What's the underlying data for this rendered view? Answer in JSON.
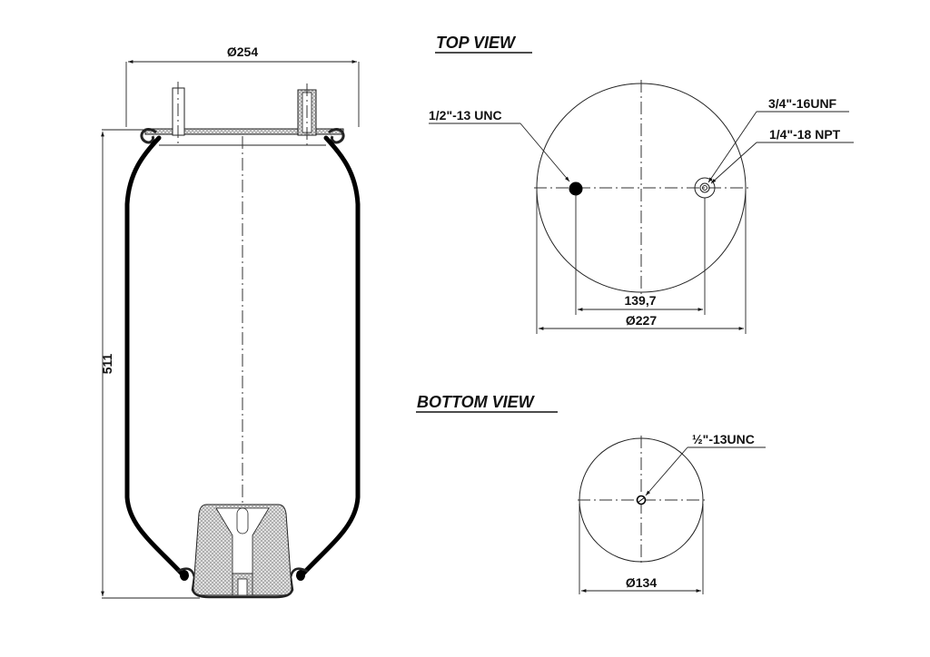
{
  "drawing": {
    "side_view": {
      "width_dimension": "Ø254",
      "height_dimension": "511"
    },
    "top_view": {
      "title": "TOP VIEW",
      "diameter_dimension": "Ø227",
      "hole_spacing_dimension": "139,7",
      "callouts": [
        {
          "label": "1/2\"-13 UNC"
        },
        {
          "label": "3/4\"-16UNF"
        },
        {
          "label": "1/4\"-18 NPT"
        }
      ]
    },
    "bottom_view": {
      "title": "BOTTOM VIEW",
      "diameter_dimension": "Ø134",
      "callouts": [
        {
          "label": "½\"-13UNC"
        }
      ]
    }
  },
  "colors": {
    "line": "#222222",
    "wall": "#000000",
    "hatch": "#9a9a9a",
    "background": "#ffffff"
  }
}
